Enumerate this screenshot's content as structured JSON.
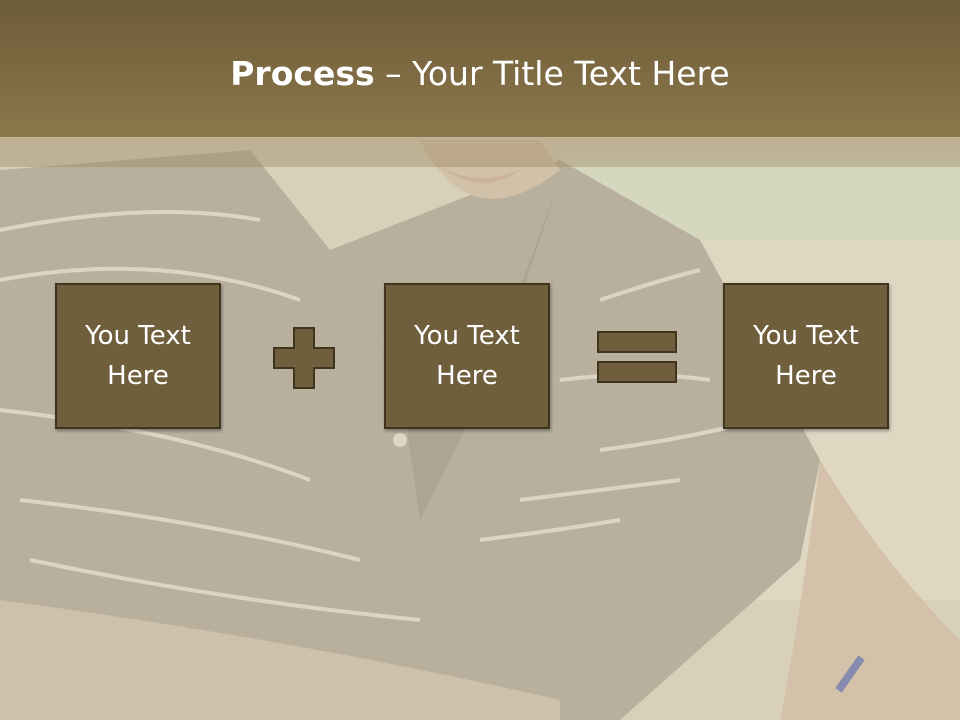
{
  "title": {
    "bold": "Process",
    "rest": " – Your Title Text Here"
  },
  "boxes": [
    {
      "label": "You Text Here"
    },
    {
      "label": "You Text Here"
    },
    {
      "label": "You Text Here"
    }
  ],
  "operators": {
    "first": "plus-icon",
    "second": "equals-icon"
  },
  "colors": {
    "title_bar": "#7d6a43",
    "box_fill": "#6f5f3c",
    "box_border": "#3f3420",
    "title_text": "#ffffff"
  }
}
